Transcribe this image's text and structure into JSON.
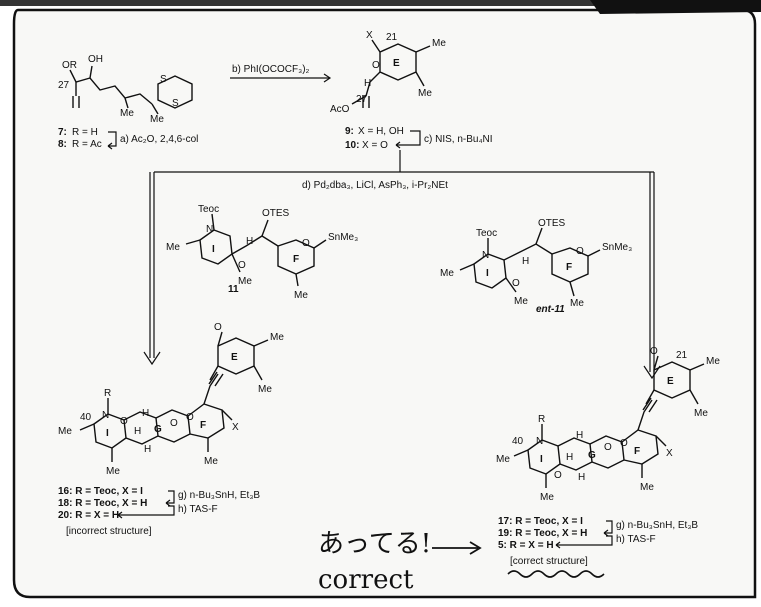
{
  "panel": {
    "sm1_numbers": [
      "7:",
      "8:"
    ],
    "sm1_r_values": [
      "R = H",
      "R = Ac"
    ],
    "sm1_atoms": [
      "OR",
      "OH",
      "S",
      "S",
      "Me",
      "Me",
      "27"
    ],
    "step_a": "a) Ac₂O, 2,4,6-col",
    "step_b": "b) PhI(OCOCF₃)₂",
    "lactone_atoms": [
      "X",
      "O",
      "Me",
      "Me",
      "H",
      "AcO",
      "27",
      "21"
    ],
    "lactone_ring": "E",
    "lactone_numbers": [
      "9:",
      "10:"
    ],
    "lactone_x_values": [
      "X = H, OH",
      "X = O"
    ],
    "step_c": "c) NIS, n-Bu₄NI",
    "step_d": "d) Pd₂dba₃, LiCl, AsPh₃, i-Pr₂NEt",
    "stannane_left": {
      "atoms": [
        "Teoc",
        "OTES",
        "N",
        "Me",
        "O",
        "H",
        "Me",
        "SnMe₃",
        "O",
        "Me"
      ],
      "rings": [
        "I",
        "F"
      ],
      "label": "11"
    },
    "stannane_right": {
      "atoms": [
        "Teoc",
        "OTES",
        "N",
        "Me",
        "O",
        "H",
        "Me",
        "SnMe₃",
        "O",
        "Me"
      ],
      "rings": [
        "I",
        "F"
      ],
      "label": "ent-11"
    },
    "product_left": {
      "atoms": [
        "R",
        "N",
        "Me",
        "H",
        "O",
        "H",
        "O",
        "H",
        "Me",
        "O",
        "Me",
        "X",
        "Me",
        "O",
        "Me",
        "40"
      ],
      "rings": [
        "I",
        "G",
        "E",
        "F"
      ],
      "lines": [
        "16: R = Teoc, X = I",
        "18: R = Teoc, X = H",
        "20: R = X = H"
      ],
      "step_g": "g) n-Bu₃SnH, Et₃B",
      "step_h": "h) TAS-F",
      "caption": "[incorrect structure]"
    },
    "product_right": {
      "atoms": [
        "R",
        "N",
        "Me",
        "H",
        "O",
        "H",
        "O",
        "H",
        "Me",
        "O",
        "Me",
        "X",
        "Me",
        "O",
        "Me",
        "40",
        "21"
      ],
      "rings": [
        "I",
        "G",
        "E",
        "F"
      ],
      "lines": [
        "17: R = Teoc, X = I",
        "19: R = Teoc, X = H",
        "5: R = X = H"
      ],
      "step_g": "g) n-Bu₃SnH, Et₃B",
      "step_h": "h) TAS-F",
      "caption": "[correct structure]"
    },
    "handwritten": [
      "あってる!",
      "correct"
    ]
  }
}
